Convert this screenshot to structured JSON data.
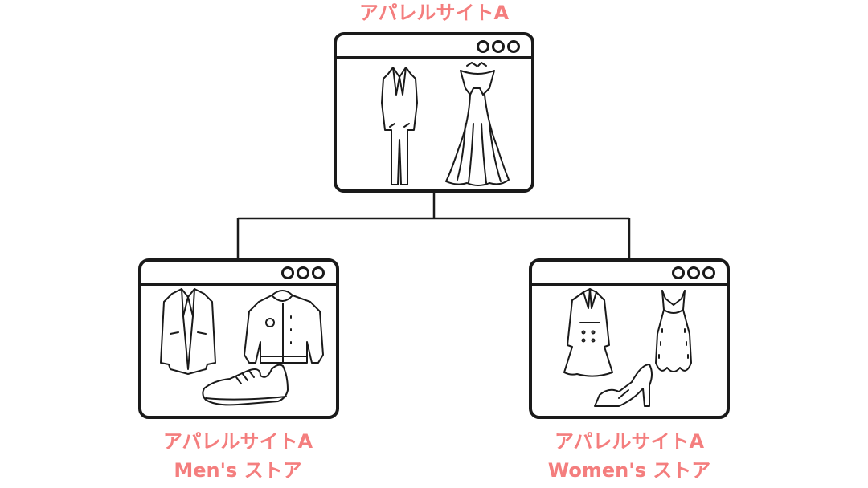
{
  "top": {
    "title": "アパレルサイトA"
  },
  "left": {
    "title_line1": "アパレルサイトA",
    "title_line2": "Men's ストア"
  },
  "right": {
    "title_line1": "アパレルサイトA",
    "title_line2": "Women's ストア"
  },
  "colors": {
    "accent": "#f47e7e",
    "stroke": "#1a1a1a"
  },
  "icons": {
    "top": [
      "suit-icon",
      "gown-icon"
    ],
    "left": [
      "blazer-icon",
      "bomber-jacket-icon",
      "sneaker-icon"
    ],
    "right": [
      "trench-coat-icon",
      "dress-icon",
      "high-heel-icon"
    ]
  }
}
